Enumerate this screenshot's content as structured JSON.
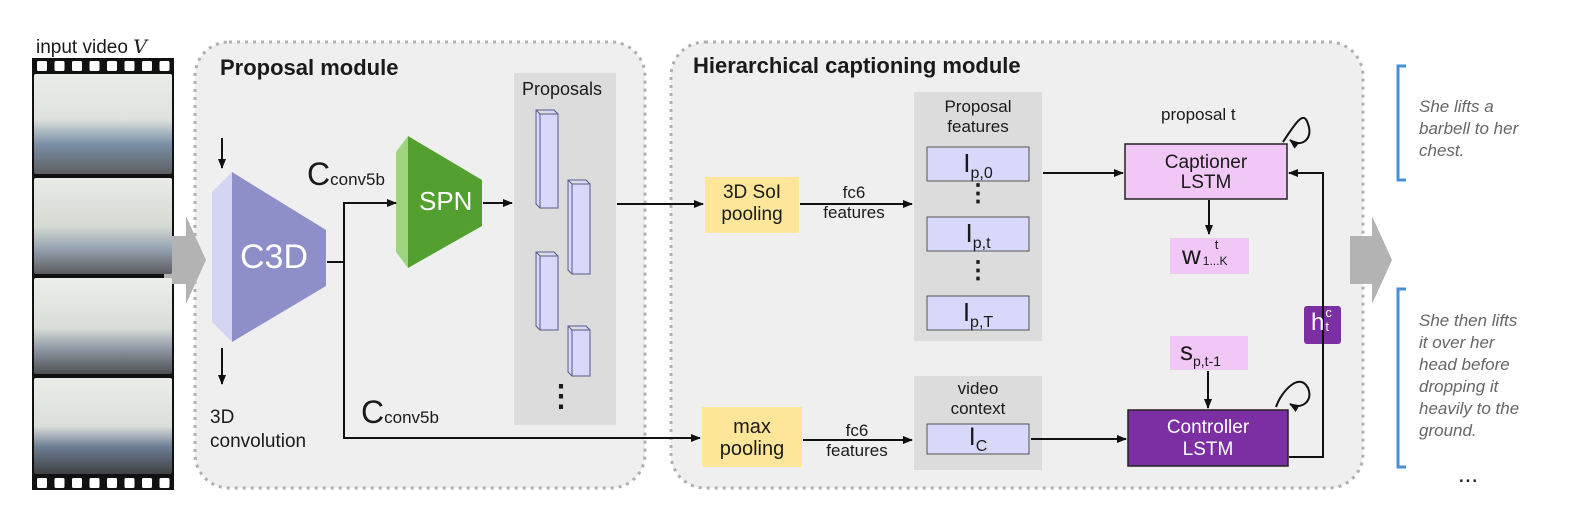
{
  "input_video": {
    "label": "input video",
    "symbol": "V"
  },
  "modules": {
    "proposal_title": "Proposal module",
    "captioning_title": "Hierarchical captioning module"
  },
  "c3d": {
    "label": "C3D",
    "sublabel_line1": "3D",
    "sublabel_line2": "convolution"
  },
  "feature_main": "C",
  "feature_sub": "conv5b",
  "spn": {
    "label": "SPN"
  },
  "proposals": {
    "label": "Proposals",
    "ellipsis": "⋮"
  },
  "soi_pool": {
    "line1": "3D SoI",
    "line2": "pooling"
  },
  "max_pool": {
    "line1": "max",
    "line2": "pooling"
  },
  "fc6": {
    "line1": "fc6",
    "line2": "features"
  },
  "proposal_features": {
    "title_line1": "Proposal",
    "title_line2": "features",
    "items": [
      {
        "main": "I",
        "sub": "p,0"
      },
      {
        "main": "I",
        "sub": "p,t"
      },
      {
        "main": "I",
        "sub": "p,T"
      }
    ],
    "ellipsis": "⋮"
  },
  "video_context": {
    "title_line1": "video",
    "title_line2": "context",
    "main": "I",
    "sub": "C"
  },
  "captioner": {
    "line1": "Captioner",
    "line2": "LSTM",
    "proposal_label": "proposal t"
  },
  "controller": {
    "line1": "Controller",
    "line2": "LSTM"
  },
  "words": {
    "main": "w",
    "sup": "t",
    "sub": "1...K"
  },
  "sentence_state": {
    "main": "s",
    "sub": "p,t-1"
  },
  "hidden": {
    "main": "h",
    "sup": "c",
    "sub": "t"
  },
  "captions": [
    {
      "lines": [
        "She lifts a",
        "barbell to her",
        "chest."
      ]
    },
    {
      "lines": [
        "She then lifts",
        "it over her",
        "head before",
        "dropping it",
        "heavily to the",
        "ground."
      ]
    }
  ],
  "trailing_ellipsis": "...",
  "colors": {
    "module_bg": "#efefef",
    "c3d": "#8e8fc8",
    "c3d_light": "#d3d5f3",
    "spn": "#53a030",
    "spn_light": "#9fd47e",
    "feature_box": "#d7d8fa",
    "pool": "#fde69a",
    "captioner": "#f0c7f5",
    "controller": "#7b2fa3",
    "bracket": "#4a8ed4"
  }
}
